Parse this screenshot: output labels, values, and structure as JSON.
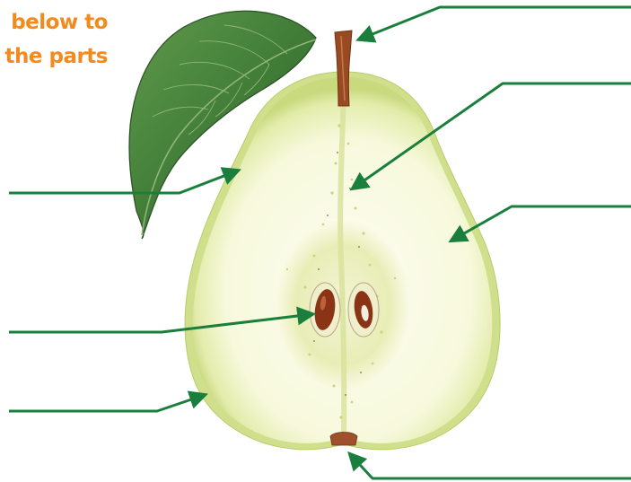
{
  "instruction": {
    "line1": "below to",
    "line2": "the parts"
  },
  "colors": {
    "accent": "#f28a1e",
    "label_line": "#1a7f3c",
    "flesh": "#fafbe8",
    "skin": "#d6e39a",
    "leaf": "#3e7a35",
    "stalk": "#9a4a22",
    "seed": "#8a3415"
  },
  "illustration": {
    "subject": "pear cut in half lengthways"
  },
  "label_blanks": [
    {
      "id": "stalk"
    },
    {
      "id": "core"
    },
    {
      "id": "flesh"
    },
    {
      "id": "skin"
    },
    {
      "id": "seed"
    },
    {
      "id": "skin-bottom"
    },
    {
      "id": "base"
    }
  ]
}
